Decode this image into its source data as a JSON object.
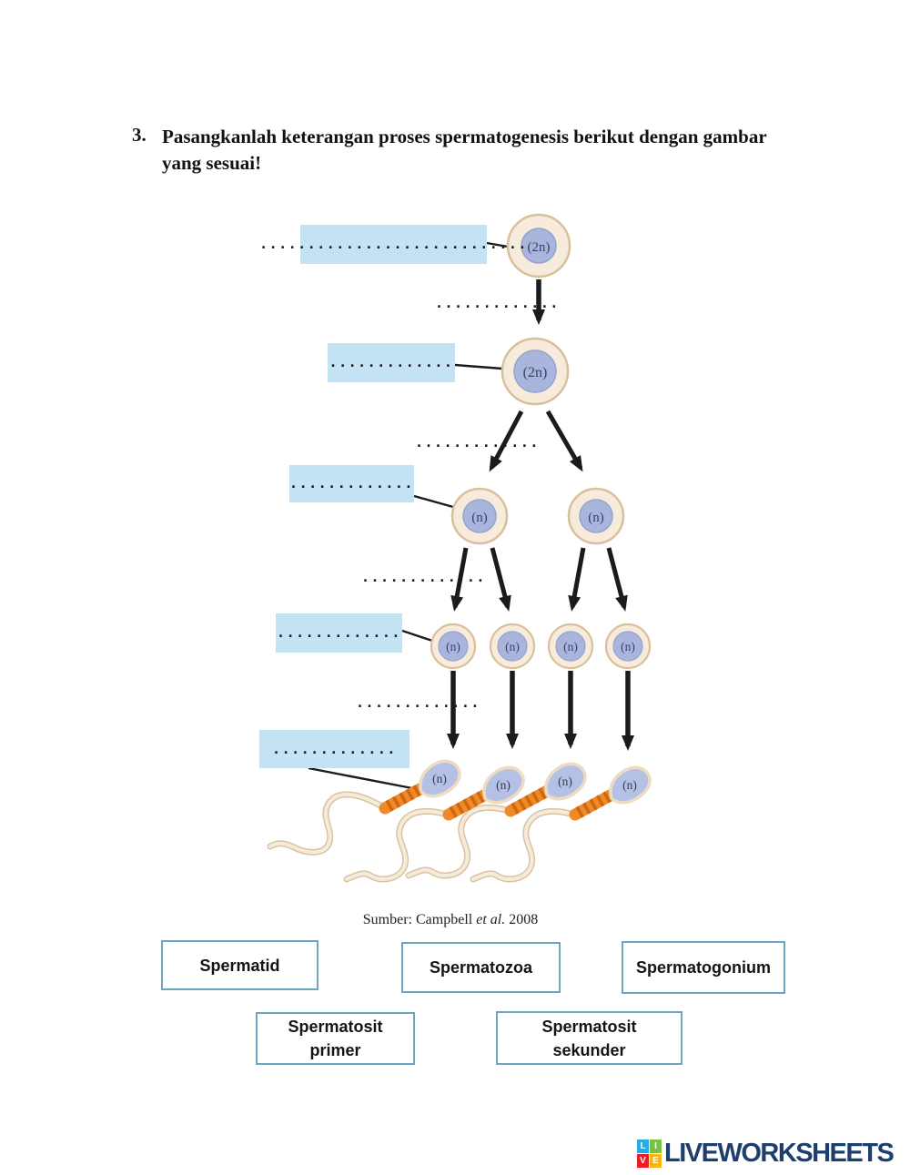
{
  "question": {
    "number": "3.",
    "text": "Pasangkanlah keterangan proses spermatogenesis berikut dengan gambar yang sesuai!"
  },
  "diagram": {
    "ploidy": {
      "diploid": "(2n)",
      "haploid": "(n)"
    },
    "answer_boxes": [
      "............................",
      ".............",
      ".............",
      ".............",
      "............."
    ],
    "step_dots": [
      ".............",
      ".............",
      ".............",
      "............."
    ],
    "caption": {
      "prefix": "Sumber: Campbell ",
      "italic": "et al.",
      "suffix": " 2008"
    }
  },
  "labels": [
    {
      "text": "Spermatid"
    },
    {
      "text": "Spermatozoa"
    },
    {
      "text": "Spermatogonium"
    },
    {
      "text": "Spermatosit primer"
    },
    {
      "text": "Spermatosit sekunder"
    }
  ],
  "colors": {
    "answer_box_bg": "#c3e2f3",
    "label_box_border": "#6fa3c2",
    "cell_outer": "#f7ecdb",
    "cell_outline": "#d9c09c",
    "cell_nucleus": "#a9b5dc",
    "midpiece_orange": "#ee8a2a",
    "arrow_black": "#1b1b1b"
  },
  "footer": {
    "squares": [
      {
        "letter": "L",
        "bg": "#29abe2"
      },
      {
        "letter": "I",
        "bg": "#7ac143"
      },
      {
        "letter": "V",
        "bg": "#ed1c24"
      },
      {
        "letter": "E",
        "bg": "#f9b517"
      }
    ],
    "brand": "LIVEWORKSHEETS",
    "brand_color": "#1e3e6d"
  }
}
